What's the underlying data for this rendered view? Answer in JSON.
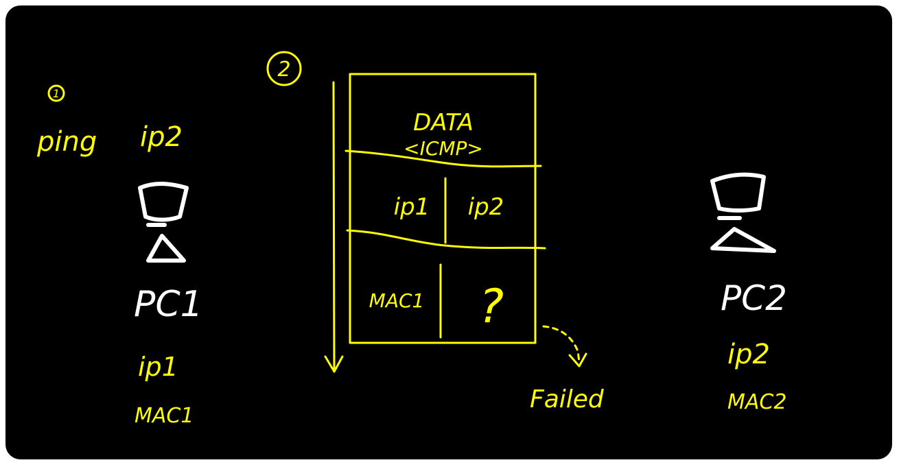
{
  "colors": {
    "background": "#000000",
    "annotation": "#ffff00",
    "device": "#ffffff"
  },
  "step1": {
    "marker": "1",
    "command": "ping",
    "target": "ip2"
  },
  "step2": {
    "marker": "2"
  },
  "pc1": {
    "icon": "computer-icon",
    "label": "PC1",
    "ip": "ip1",
    "mac": "MAC1"
  },
  "pc2": {
    "icon": "computer-icon",
    "label": "PC2",
    "ip": "ip2",
    "mac": "MAC2"
  },
  "packet": {
    "data_title": "DATA",
    "data_sub": "<ICMP>",
    "src_ip": "ip1",
    "dst_ip": "ip2",
    "src_mac": "MAC1",
    "dst_mac": "?"
  },
  "result": "Failed"
}
